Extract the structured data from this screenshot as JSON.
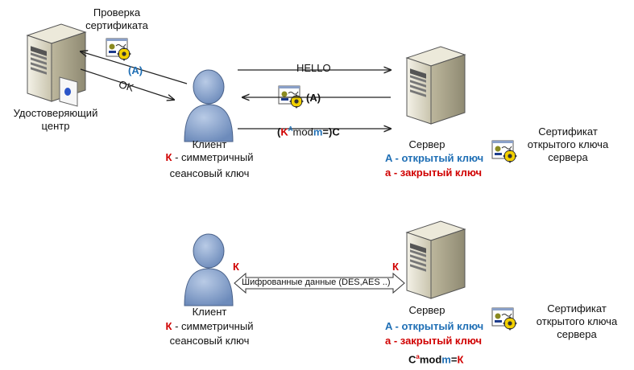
{
  "ca": {
    "check_line1": "Проверка",
    "check_line2": "сертификата",
    "name_line1": "Удостоверяющий",
    "name_line2": "центр",
    "label_a": "(A)",
    "ok": "OK"
  },
  "top": {
    "hello": "HELLO",
    "cert_reply": "(A)",
    "enc_k": "K",
    "enc_A": "A",
    "enc_mod": "mod",
    "enc_m": "m",
    "enc_eq": "=",
    "enc_C": "C",
    "enc_open": "(",
    "enc_close": ")",
    "client_name": "Клиент",
    "client_k": "К",
    "client_desc1": " - симметричный",
    "client_desc2": "сеансовый ключ",
    "server_name": "Сервер",
    "server_pub_key": "A - открытый ключ",
    "server_priv_key": "a - закрытый ключ",
    "cert_caption1": "Сертификат",
    "cert_caption2": "открытого ключа",
    "cert_caption3": "сервера"
  },
  "bottom": {
    "client_k_mark": "К",
    "server_k_mark": "К",
    "channel": "Шифрованные данные (DES,AES ..)",
    "client_name": "Клиент",
    "client_k": "К",
    "client_desc1": " - симметричный",
    "client_desc2": "сеансовый ключ",
    "server_name": "Сервер",
    "server_pub_key": "A - открытый ключ",
    "server_priv_key": "a - закрытый ключ",
    "dec_C": "C",
    "dec_a": "a",
    "dec_mod": "mod",
    "dec_m": "m",
    "dec_eq": "=",
    "dec_K": "К",
    "cert_caption1": "Сертификат",
    "cert_caption2": "открытого ключа",
    "cert_caption3": "сервера"
  }
}
